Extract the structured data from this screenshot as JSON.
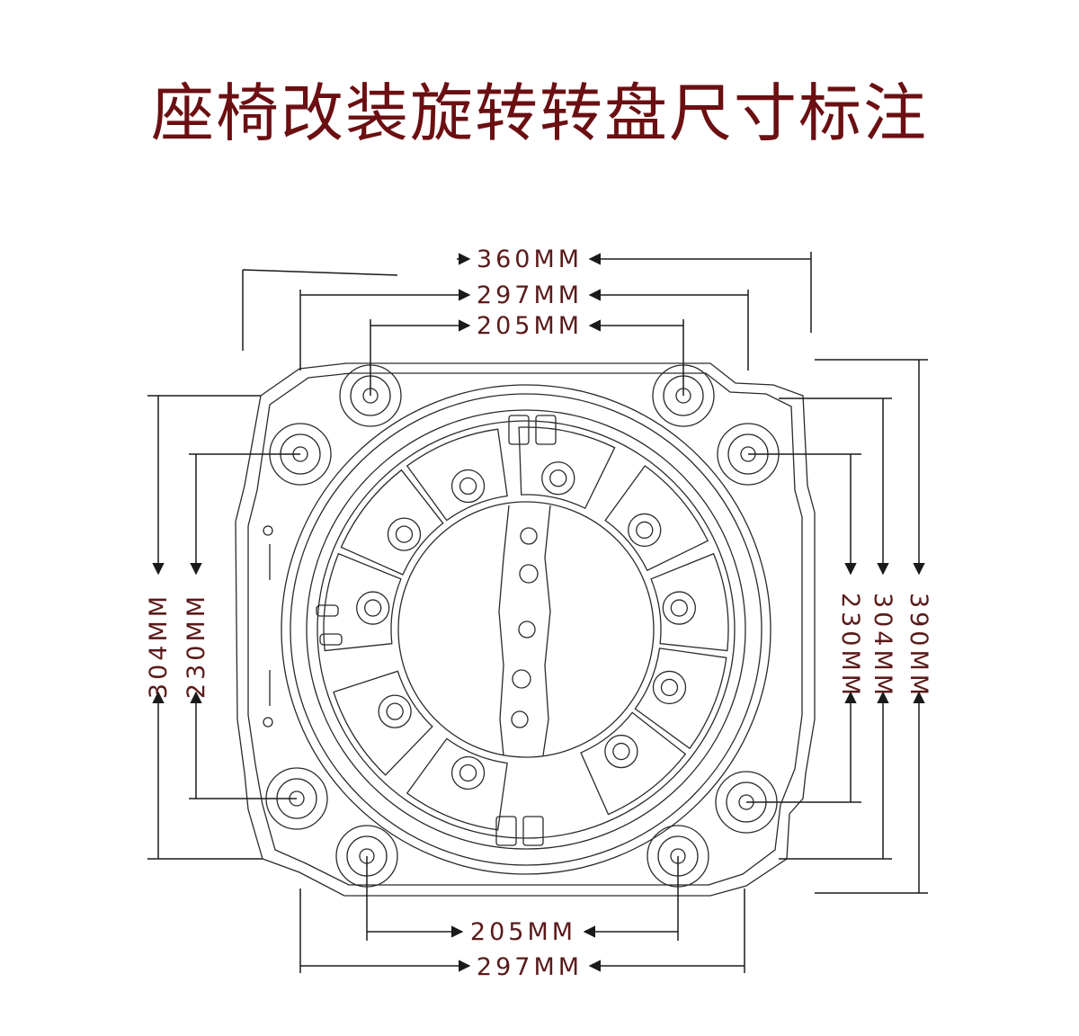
{
  "title": "座椅改装旋转转盘尺寸标注",
  "colors": {
    "title": "#6b0f12",
    "dimension_text": "#5a1a1a",
    "line": "#1a1a1a"
  },
  "dimensions": {
    "top_overall": "360MM",
    "top_outer": "297MM",
    "top_inner": "205MM",
    "bottom_inner": "205MM",
    "bottom_outer": "297MM",
    "left_outer": "304MM",
    "left_inner": "230MM",
    "right_inner": "230MM",
    "right_mid": "304MM",
    "right_overall": "390MM"
  }
}
